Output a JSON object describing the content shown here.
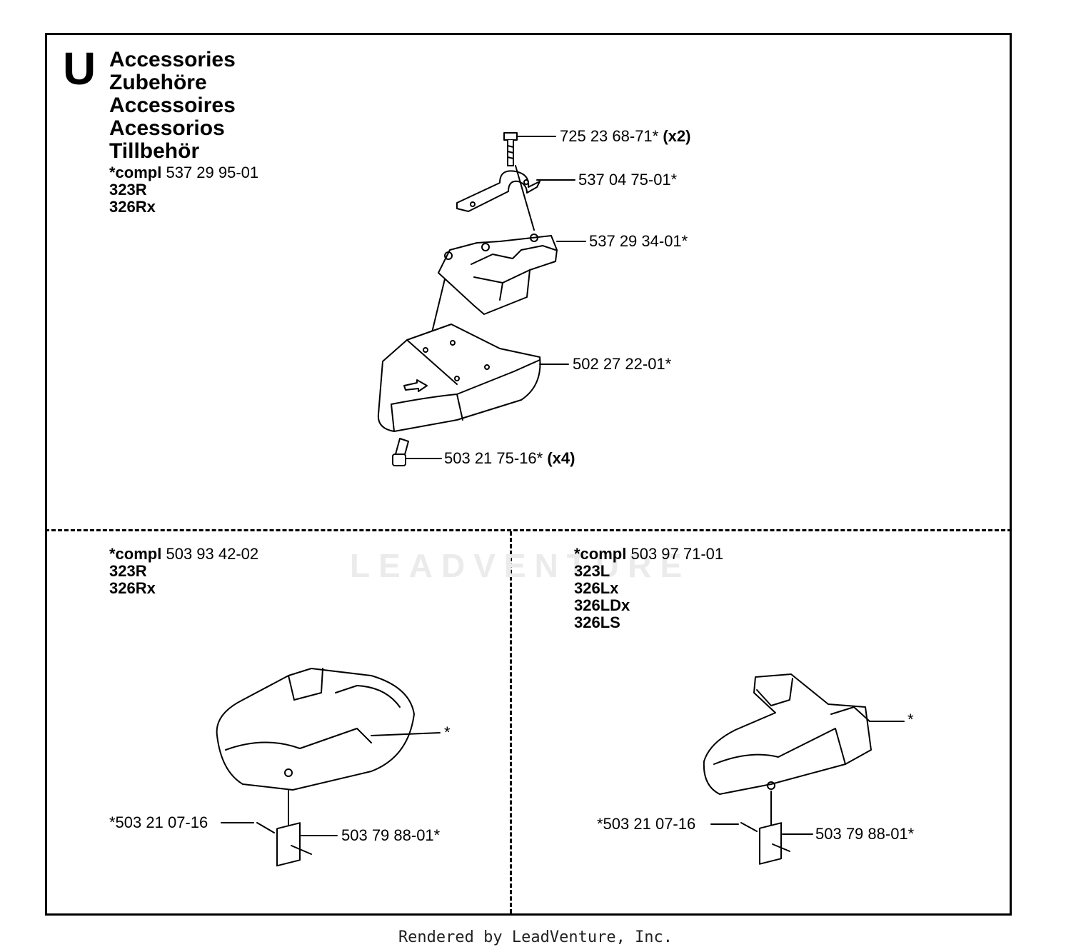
{
  "section": {
    "letter": "U",
    "titles": [
      "Accessories",
      "Zubehöre",
      "Accessoires",
      "Acessorios",
      "Tillbehör"
    ]
  },
  "top_kit": {
    "compl_prefix": "*compl",
    "compl_number": "537 29 95-01",
    "models": [
      "323R",
      "326Rx"
    ],
    "callouts": [
      {
        "part": "725 23 68-71*",
        "qty": "(x2)"
      },
      {
        "part": "537 04 75-01*",
        "qty": ""
      },
      {
        "part": "537 29 34-01*",
        "qty": ""
      },
      {
        "part": "502 27 22-01*",
        "qty": ""
      },
      {
        "part": "503 21 75-16*",
        "qty": "(x4)"
      }
    ]
  },
  "left_kit": {
    "compl_prefix": "*compl",
    "compl_number": "503 93 42-02",
    "models": [
      "323R",
      "326Rx"
    ],
    "callouts": [
      {
        "part": "*",
        "qty": ""
      },
      {
        "part": "*503 21 07-16",
        "qty": ""
      },
      {
        "part": "503 79 88-01*",
        "qty": ""
      }
    ]
  },
  "right_kit": {
    "compl_prefix": "*compl",
    "compl_number": "503 97 71-01",
    "models": [
      "323L",
      "326Lx",
      "326LDx",
      "326LS"
    ],
    "callouts": [
      {
        "part": "*",
        "qty": ""
      },
      {
        "part": "*503 21 07-16",
        "qty": ""
      },
      {
        "part": "503 79 88-01*",
        "qty": ""
      }
    ]
  },
  "watermark": "LEADVENTURE",
  "footer": "Rendered by LeadVenture, Inc."
}
